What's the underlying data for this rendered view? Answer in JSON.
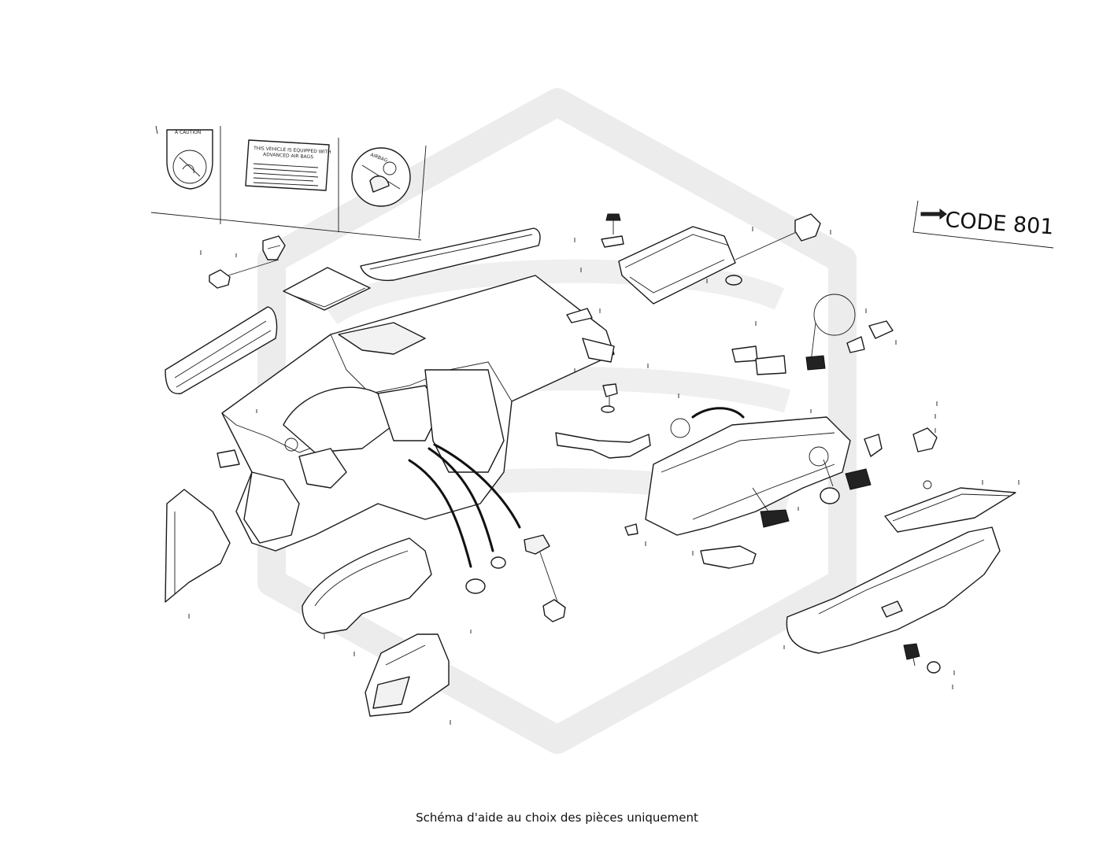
{
  "diagram": {
    "code_label": "CODE 801",
    "caption": "Schéma d'aide au choix des pièces uniquement",
    "labels": {
      "warning_title": "A CAUTION",
      "notice_line1": "THIS VEHICLE IS EQUIPPED WITH",
      "notice_line2": "ADVANCED AIR BAGS",
      "airbag_text": "AIRBAG"
    }
  }
}
